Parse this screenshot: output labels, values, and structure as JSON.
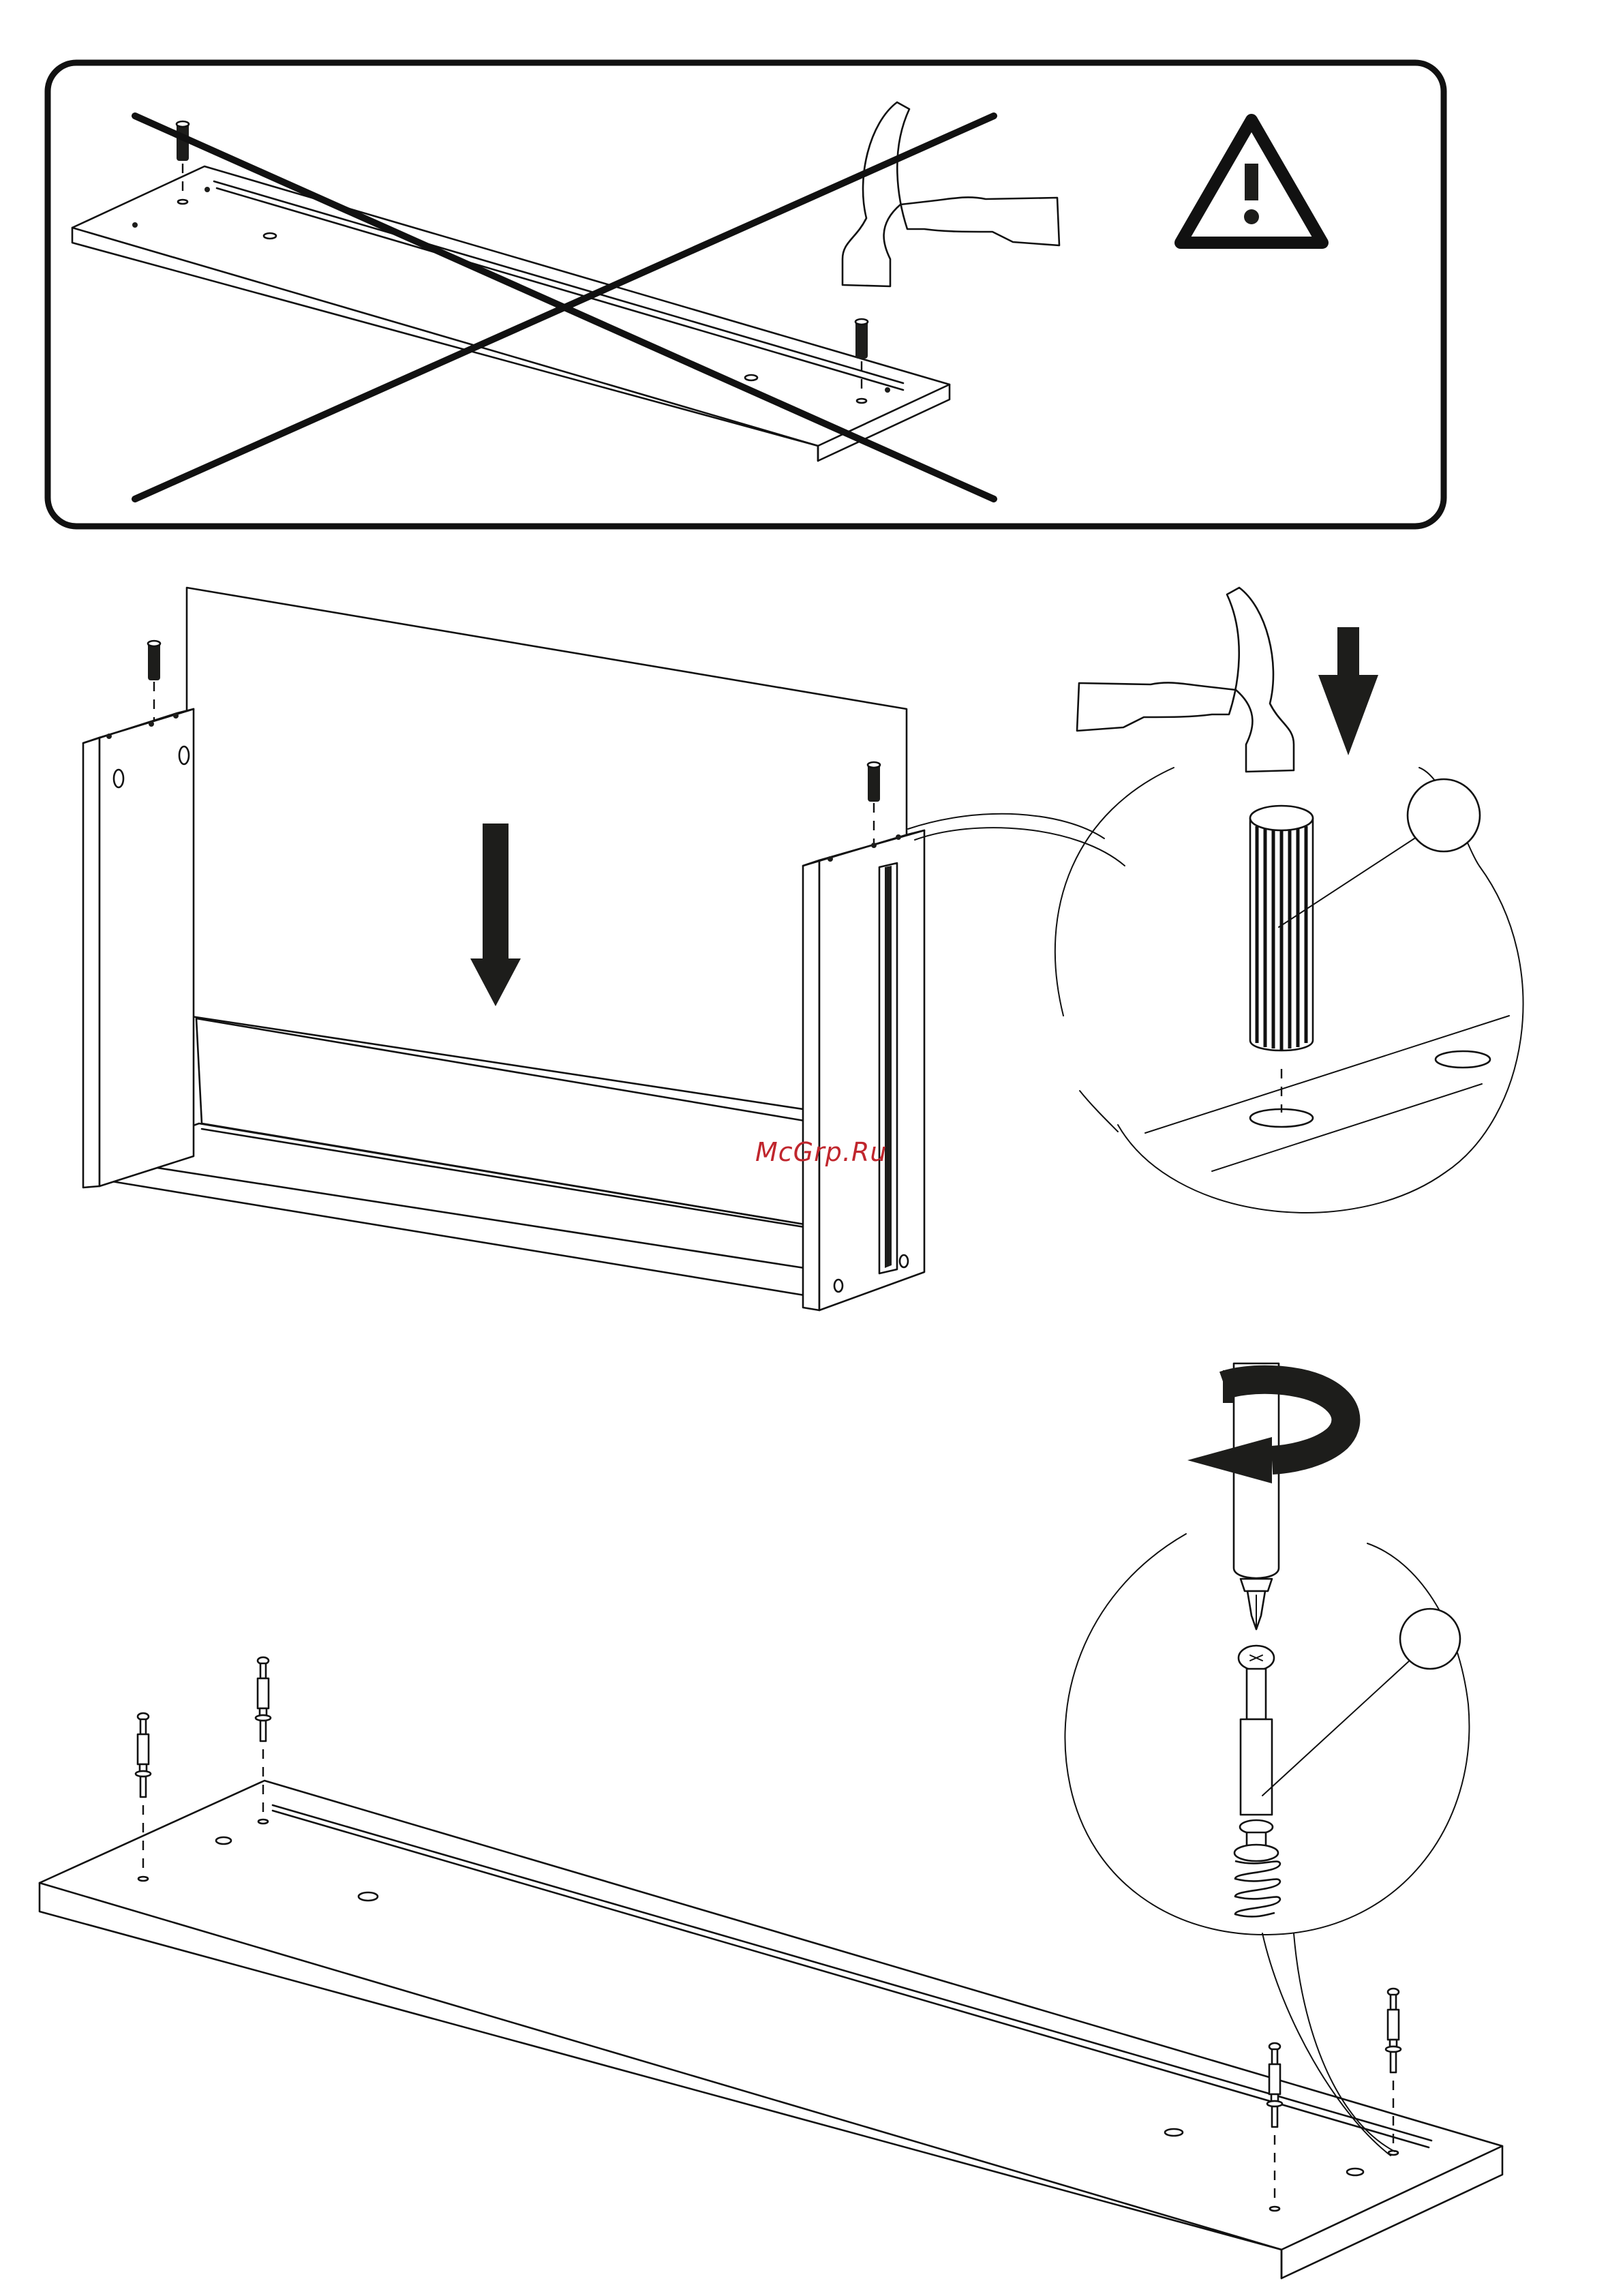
{
  "watermark": {
    "text": "McGrp.Ru"
  },
  "colors": {
    "line": "#111111",
    "fill": "#1d1d1b",
    "watermark": "#c0262d",
    "background": "#ffffff"
  },
  "panels": [
    {
      "id": "warning",
      "icons": [
        "no-hammer-cross-icon",
        "warning-triangle-icon",
        "hammer-icon",
        "wooden-dowel-icon"
      ]
    },
    {
      "id": "dowel-insertion",
      "icons": [
        "down-arrow-icon",
        "hammer-icon",
        "wooden-dowel-icon",
        "callout-circle-icon"
      ]
    },
    {
      "id": "cam-bolt-insertion",
      "icons": [
        "screwdriver-icon",
        "rotate-arrow-icon",
        "cam-bolt-icon",
        "callout-circle-icon"
      ]
    }
  ]
}
